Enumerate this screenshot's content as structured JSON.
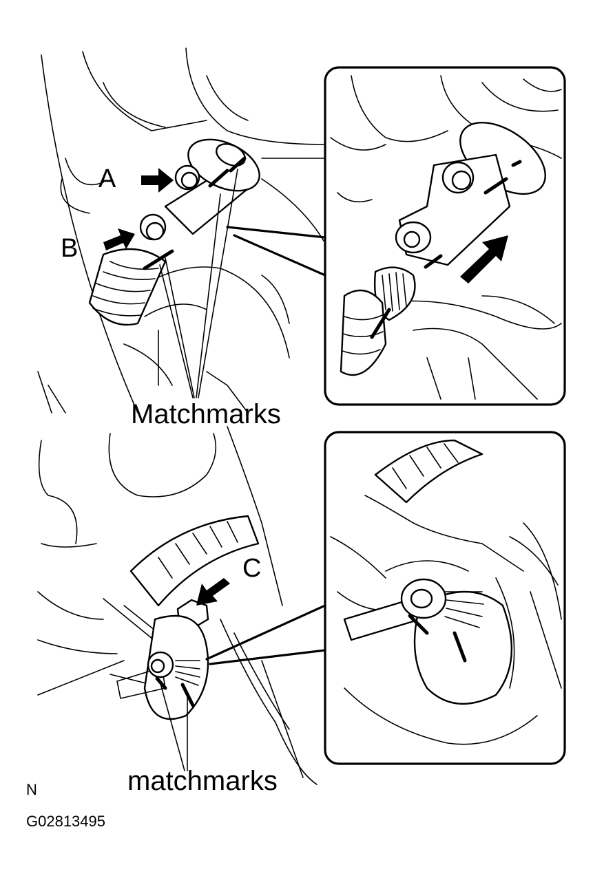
{
  "labels": {
    "bolt_a": "A",
    "bolt_b": "B",
    "bolt_c": "C",
    "matchmarks_upper": "Matchmarks",
    "matchmarks_lower": "matchmarks",
    "corner_letter": "N",
    "figure_code": "G02813495"
  },
  "icons": {
    "arrow": "arrow-icon",
    "direction_arrow": "up-right-arrow-icon"
  },
  "colors": {
    "ink": "#000000",
    "paper": "#ffffff"
  }
}
